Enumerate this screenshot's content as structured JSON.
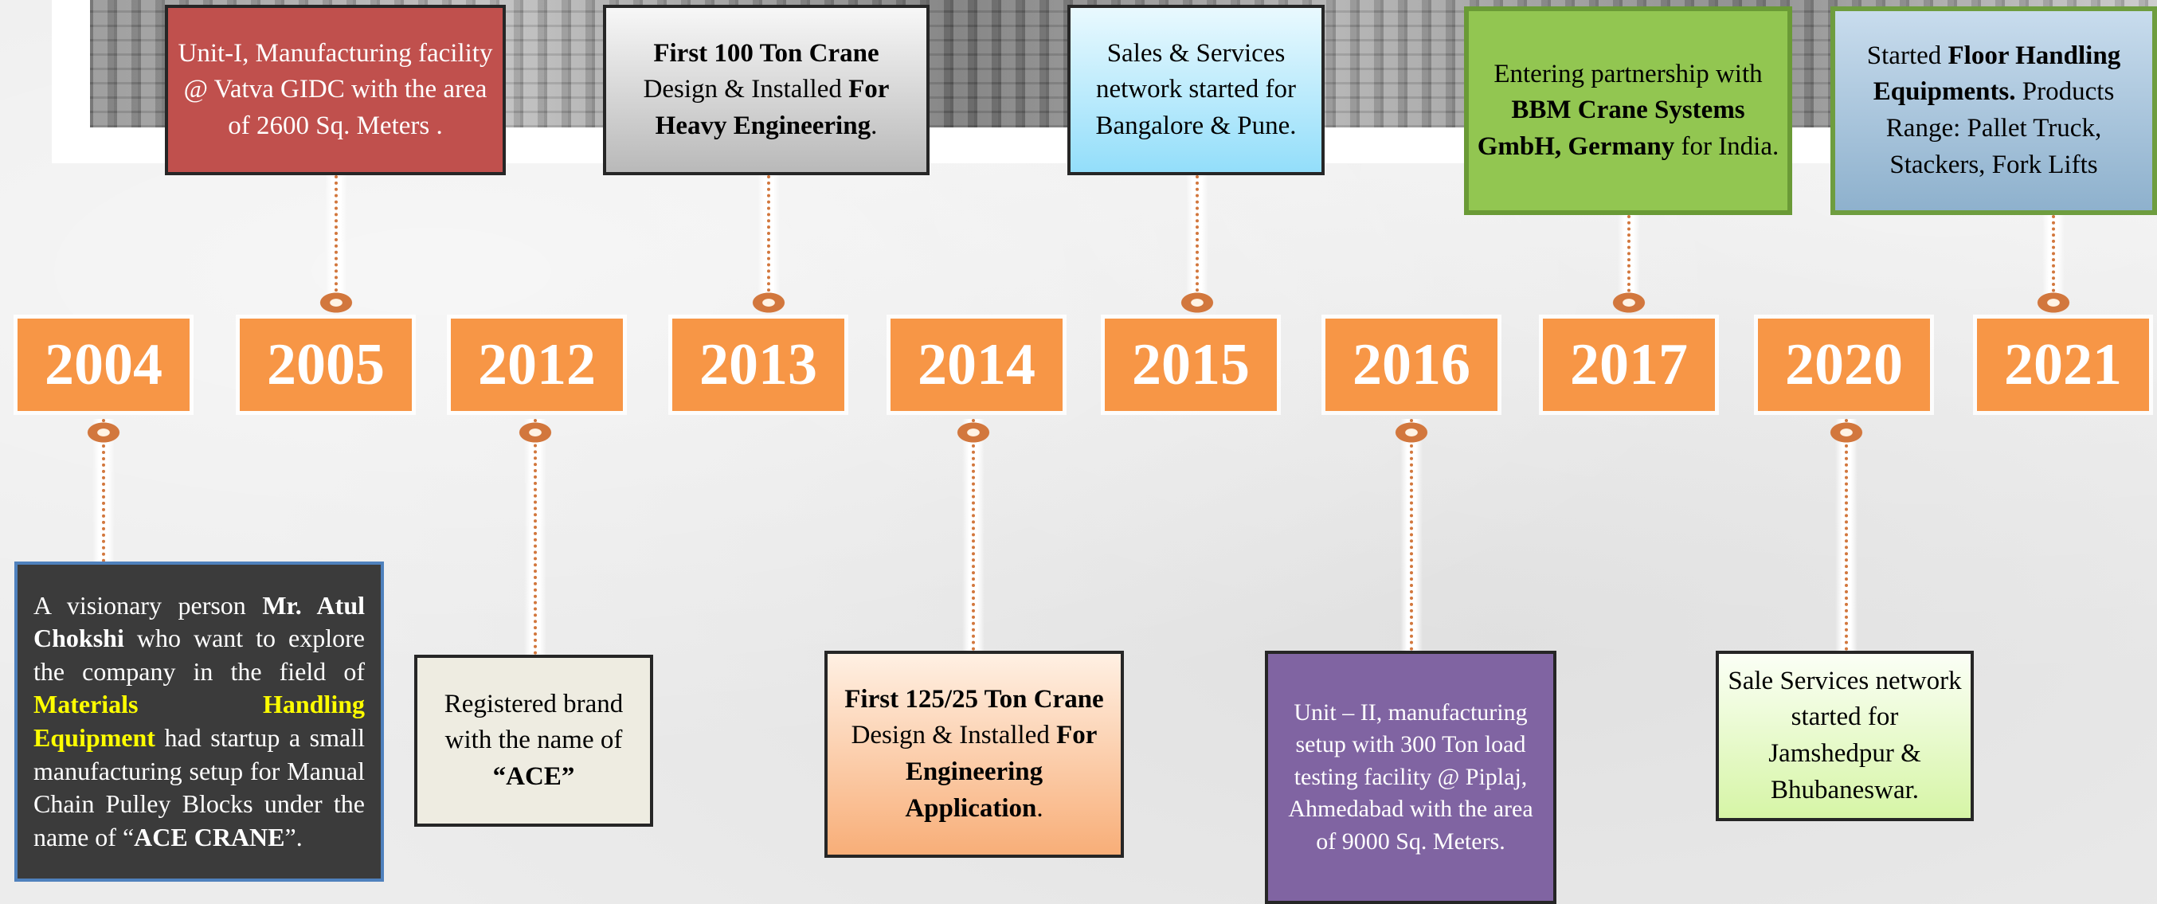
{
  "years": [
    "2004",
    "2005",
    "2012",
    "2013",
    "2014",
    "2015",
    "2016",
    "2017",
    "2020",
    "2021"
  ],
  "events": {
    "e2004": {
      "p1": "A visionary person ",
      "b1": "Mr. Atul Chokshi",
      "p2": " who want to explore the company in the field of ",
      "hl": "Materials Handling Equipment",
      "p3": " had startup a small manufacturing setup for Manual Chain Pulley Blocks under the name of “",
      "b2": "ACE CRANE",
      "p4": "”."
    },
    "e2005": {
      "text": "Unit-I, Manufacturing facility @ Vatva GIDC  with the area of  2600 Sq. Meters ."
    },
    "e2012": {
      "p1": "Registered brand with the name of ",
      "b1": "“ACE”"
    },
    "e2013": {
      "b1": "First 100 Ton Crane",
      "p1": " Design & Installed ",
      "b2": "For Heavy Engineering",
      "p2": "."
    },
    "e2014": {
      "b1": "First 125/25 Ton Crane",
      "p1": " Design & Installed ",
      "b2": "For Engineering Application",
      "p2": "."
    },
    "e2015": {
      "text": "Sales & Services network started  for Bangalore   &   Pune."
    },
    "e2016": {
      "text": "Unit – II, manufacturing setup with 300 Ton load testing facility @ Piplaj, Ahmedabad with the area of 9000 Sq. Meters."
    },
    "e2017": {
      "p1": "Entering partnership with ",
      "b1": "BBM Crane Systems GmbH, Germany",
      "p2": " for  India."
    },
    "e2020": {
      "text": "Sale Services network started for Jamshedpur & Bhubaneswar."
    },
    "e2021": {
      "p1": "Started ",
      "b1": "Floor Handling Equipments.",
      "p2": " Products Range: Pallet Truck, Stackers, Fork  Lifts"
    }
  }
}
